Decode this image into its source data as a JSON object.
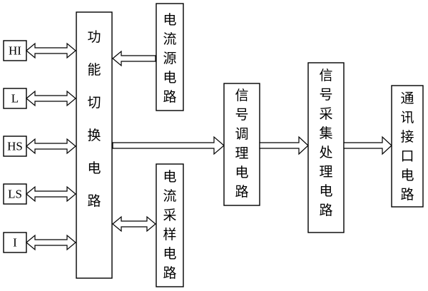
{
  "ports": [
    "HI",
    "L",
    "HS",
    "LS",
    "I"
  ],
  "blocks": {
    "switch": "功能切换电路",
    "current_source": "电流源电路",
    "current_sample": "电流采样电路",
    "signal_cond": "信号调理电路",
    "acq": "信号采集处理电路",
    "comm": "通讯接口电路"
  }
}
